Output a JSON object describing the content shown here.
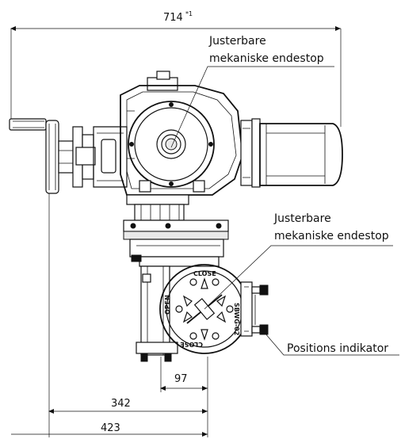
{
  "dimensions": {
    "overall_width": "714",
    "overall_note": "*1",
    "d342": "342",
    "d423": "423",
    "d97": "97"
  },
  "labels": {
    "endstop_top_line1": "Justerbare",
    "endstop_top_line2": "mekaniske endestop",
    "endstop_mid_line1": "Justerbare",
    "endstop_mid_line2": "mekaniske endestop",
    "position_indicator": "Positions indikator"
  },
  "dial": {
    "close_top": "CLOSE",
    "close_bottom": "CLOSE",
    "open": "OPEN",
    "model": "SBWG-02"
  }
}
